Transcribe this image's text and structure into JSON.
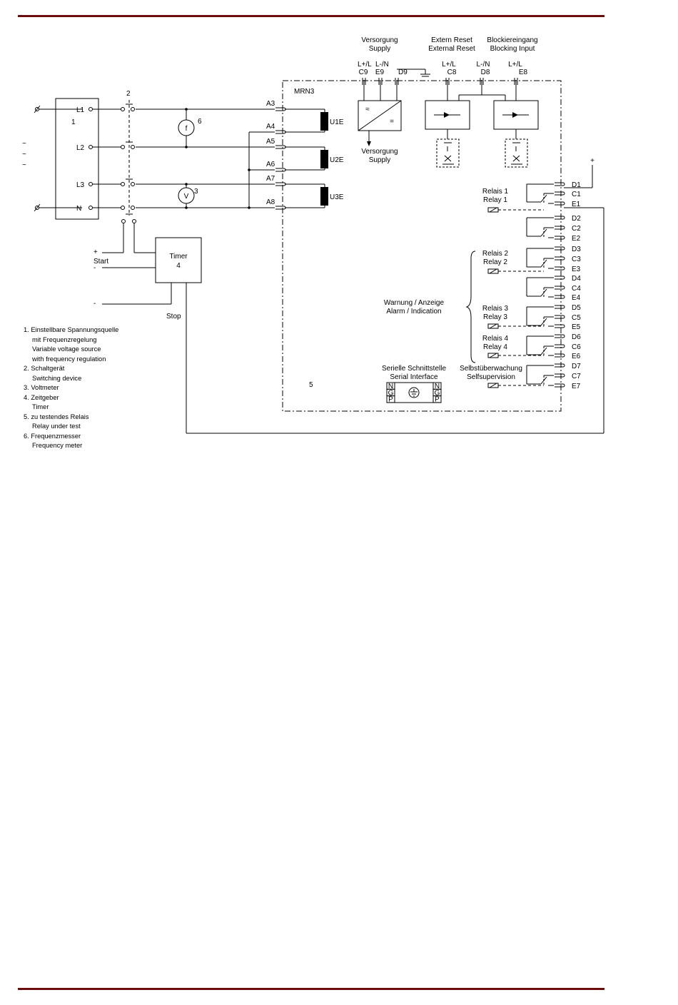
{
  "colors": {
    "rule": "#6b0d0d",
    "line": "#000000",
    "dash": "#000000"
  },
  "supply": {
    "symbol": "~",
    "box_number": "1",
    "terminals": [
      "L1",
      "L2",
      "L3",
      "N"
    ]
  },
  "switch_number": "2",
  "freq_meter": {
    "symbol": "f",
    "number": "6"
  },
  "voltmeter": {
    "symbol": "V",
    "number": "3"
  },
  "timer": {
    "label": "Timer",
    "number": "4",
    "start_plus": "+",
    "start_label": "Start",
    "start_minus": "-",
    "minus": "-",
    "stop": "Stop"
  },
  "relay_under_test": {
    "name": "MRN3",
    "number": "5"
  },
  "inputs": [
    "A3",
    "A4",
    "A5",
    "A6",
    "A7",
    "A8"
  ],
  "coils": [
    "U1E",
    "U2E",
    "U3E"
  ],
  "power_supply": {
    "title_de": "Versorgung",
    "title_en": "Supply",
    "terminal_labels": [
      "L+/L",
      "L-/N"
    ],
    "terminals": [
      "C9",
      "E9",
      "D9"
    ],
    "ac_symbol": "≈",
    "dc_symbol": "=",
    "out_de": "Versorgung",
    "out_en": "Supply"
  },
  "ext_reset": {
    "title_de": "Extern Reset",
    "title_en": "External Reset",
    "terminal_label": "L+/L",
    "terminal": "C8"
  },
  "common": {
    "terminal_label": "L-/N",
    "terminal": "D8"
  },
  "blocking": {
    "title_de": "Blockiereingang",
    "title_en": "Blocking Input",
    "terminal_label": "L+/L",
    "terminal": "E8"
  },
  "plus_label": "+",
  "output_terminals": [
    "D1",
    "C1",
    "E1",
    "D2",
    "C2",
    "E2",
    "D3",
    "C3",
    "E3",
    "D4",
    "C4",
    "E4",
    "D5",
    "C5",
    "E5",
    "D6",
    "C6",
    "E6",
    "D7",
    "C7",
    "E7"
  ],
  "relays": [
    {
      "de": "Relais 1",
      "en": "Relay 1"
    },
    {
      "de": "Relais 2",
      "en": "Relay 2"
    },
    {
      "de": "Relais 3",
      "en": "Relay 3"
    },
    {
      "de": "Relais 4",
      "en": "Relay 4"
    }
  ],
  "alarm": {
    "de": "Warnung / Anzeige",
    "en": "Alarm / Indication"
  },
  "selfsup": {
    "de": "Selbstüberwachung",
    "en": "Selfsupervision"
  },
  "serial": {
    "de": "Serielle Schnittstelle",
    "en": "Serial Interface",
    "pins": [
      "N",
      "G",
      "P"
    ]
  },
  "legend": [
    {
      "n": "1.",
      "de": "Einstellbare Spannungsquelle",
      "de2": "mit Frequenzregelung",
      "en": "Variable voltage source",
      "en2": "with frequency regulation"
    },
    {
      "n": "2.",
      "de": "Schaltgerät",
      "en": "Switching device"
    },
    {
      "n": "3.",
      "de": "Voltmeter"
    },
    {
      "n": "4.",
      "de": "Zeitgeber",
      "en": "Timer"
    },
    {
      "n": "5.",
      "de": "zu testendes Relais",
      "en": "Relay under test"
    },
    {
      "n": "6.",
      "de": "Frequenzmesser",
      "en": "Frequency meter"
    }
  ]
}
